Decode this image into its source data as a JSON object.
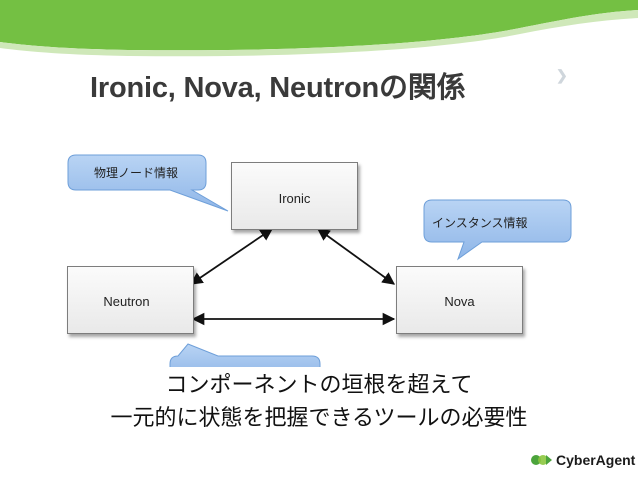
{
  "slide": {
    "title": "Ironic, Nova, Neutronの関係",
    "header_logo": "CyberAgent"
  },
  "nodes": {
    "ironic": "Ironic",
    "neutron": "Neutron",
    "nova": "Nova"
  },
  "callouts": {
    "physical_node": "物理ノード情報",
    "instance": "インスタンス情報"
  },
  "message": {
    "line1": "コンポーネントの垣根を超えて",
    "line2": "一元的に状態を把握できるツールの必要性"
  },
  "footer": {
    "brand": "CyberAgent"
  },
  "colors": {
    "green_band": "#74c043",
    "callout_fill": "#9fc3ee",
    "callout_border": "#6e9fd9",
    "brand_green": "#4ca43c"
  }
}
